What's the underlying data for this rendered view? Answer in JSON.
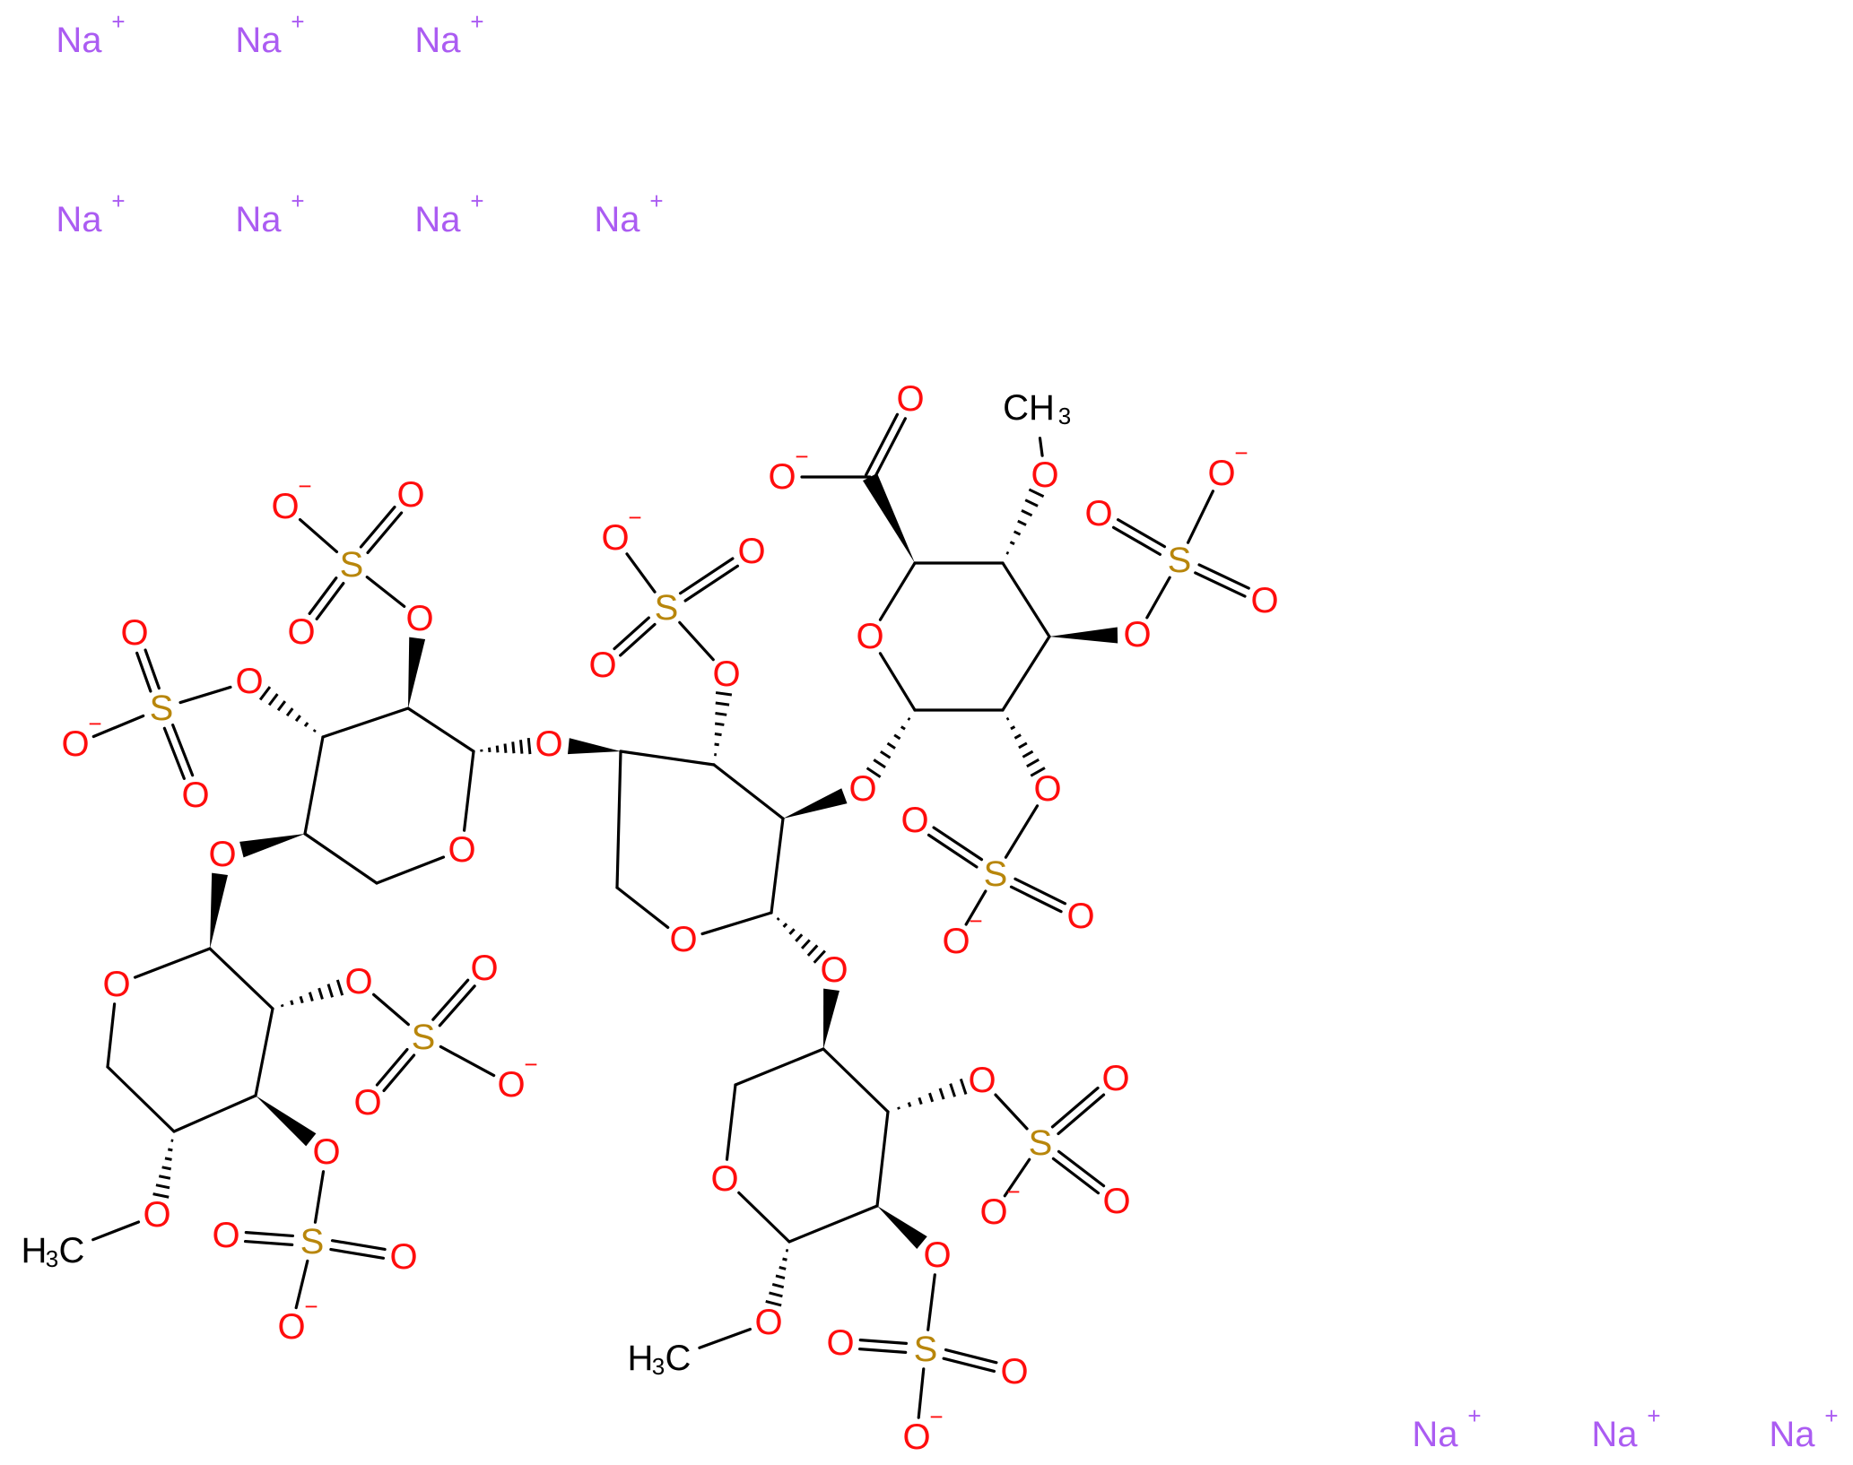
{
  "colors": {
    "oxygen": "#ff0d0d",
    "sulfur": "#b8860b",
    "sodium": "#ab5cf2",
    "carbon": "#000000",
    "background": "#ffffff"
  },
  "labels": {
    "sodium_ion": "Na",
    "ion_charge_plus": "+",
    "ion_charge_minus": "−",
    "oxygen": "O",
    "sulfur": "S",
    "methyl_h": "H",
    "methyl_c": "C",
    "methyl_sub": "3",
    "methyl_ch": "CH"
  },
  "structure": {
    "sodium_count": 10,
    "sulfate_count": 9,
    "methoxy_count": 3,
    "carboxylate_count": 1
  }
}
